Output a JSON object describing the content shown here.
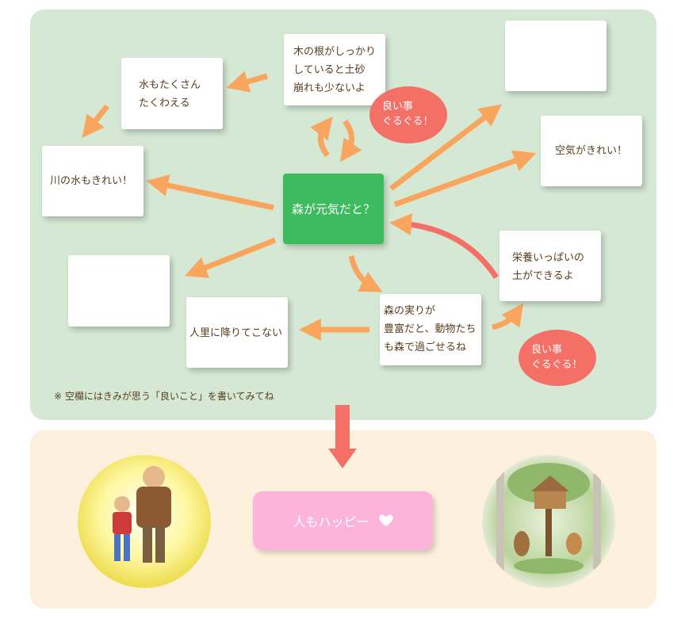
{
  "colors": {
    "top_panel_bg": "#d5e8d4",
    "bottom_panel_bg": "#fdf0dc",
    "center_green": "#3dbb5f",
    "arrow_orange": "#f9a55e",
    "bubble_red": "#f46f66",
    "down_arrow": "#f46f66",
    "happy_pink": "#fdb4da"
  },
  "center": {
    "label": "森が元気だと？"
  },
  "cards": {
    "roots": "木の根がしっかり\nしていると土砂\n崩れも少ないよ",
    "water_store": "水もたくさん\nたくわえる",
    "river": "川の水もきれい！",
    "blank_top_right": "",
    "air": "空気がきれい！",
    "blank_left": "",
    "village": "人里に降りてこない",
    "fruit": "森の実りが\n豊富だと、動物たち\nも森で過ごせるね",
    "soil": "栄養いっぱいの\n土ができるよ"
  },
  "bubbles": {
    "top": "良い事\nぐるぐる！",
    "bottom": "良い事\nぐるぐる！"
  },
  "note": "※ 空欄にはきみが思う「良いこと」を書いてみてね",
  "happy": {
    "label": "人もハッピー",
    "icon": "heart-icon"
  },
  "illustrations": [
    "children-with-man-illustration",
    "forest-animals-treehouse-illustration"
  ]
}
